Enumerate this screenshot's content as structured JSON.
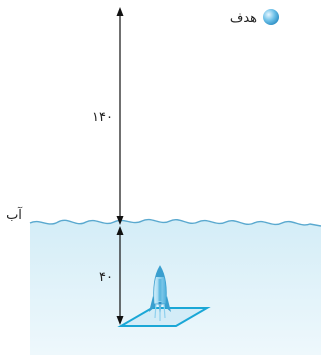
{
  "labels": {
    "target": "هدف",
    "water": "آب",
    "height_above_water": "۱۴۰",
    "depth_below_water": "۴۰"
  },
  "colors": {
    "water_top": "#d4edf7",
    "water_bottom": "#eef8fc",
    "water_line": "#5aa9cf",
    "platform": "#1aa7d6",
    "rocket_body": "#a9dcf2",
    "rocket_accent": "#3a9fcf",
    "target_ball": "#6cc0e8",
    "arrow": "#111111"
  }
}
